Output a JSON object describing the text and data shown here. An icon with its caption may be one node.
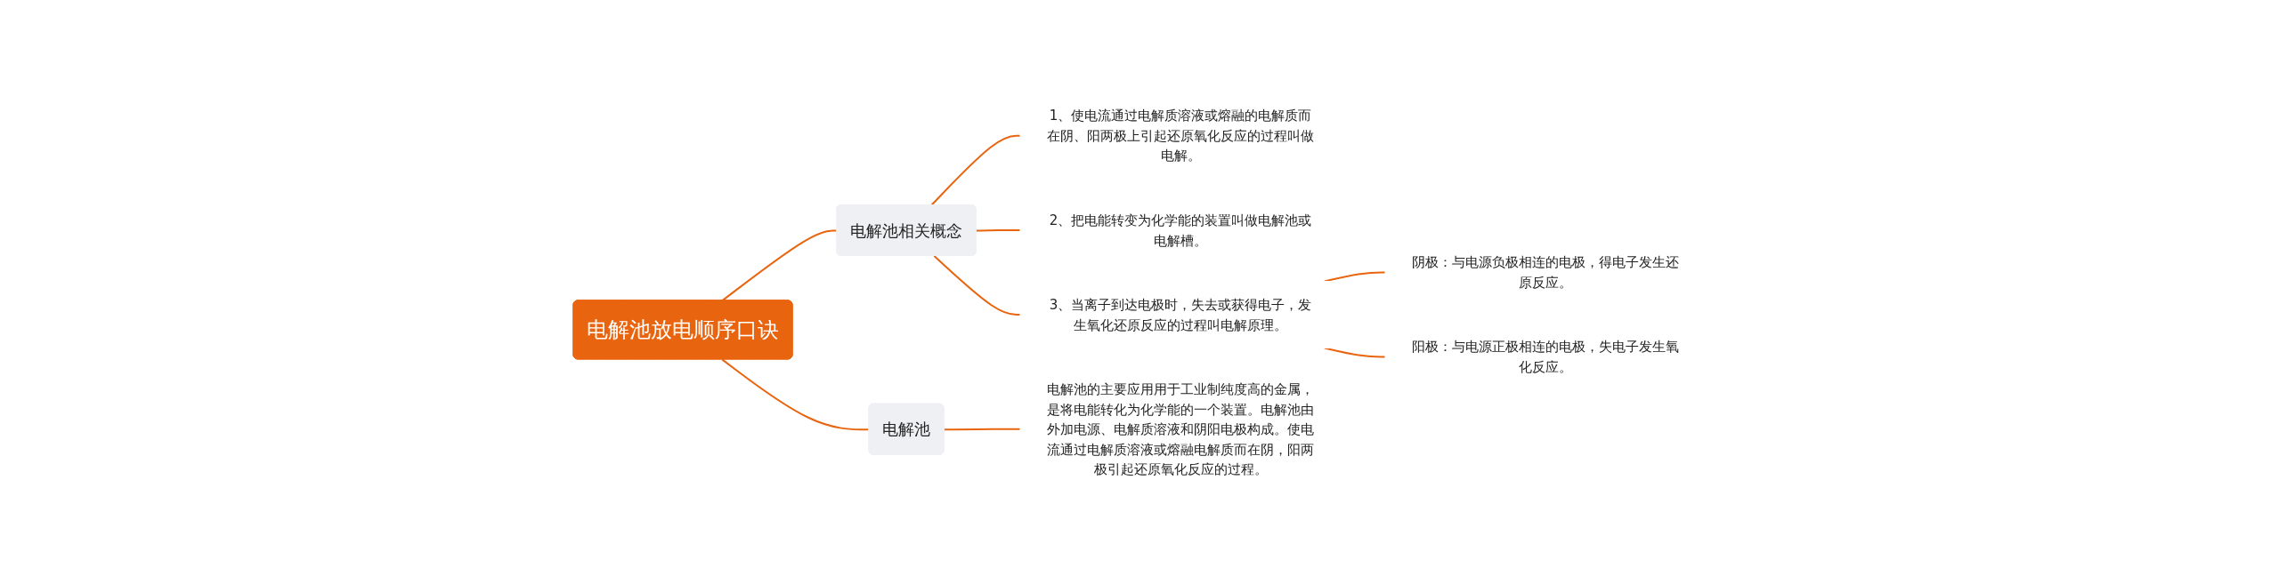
{
  "diagram": {
    "nodes": [
      {
        "text": [
          "电解池放电顺序口诀"
        ]
      },
      {
        "text": [
          "电解池相关概念"
        ]
      },
      {
        "text": [
          "1、使电流通过电解质溶液或熔融的电解质而在阴、阳两极上引起还原氧化反应的过程叫做电解。"
        ]
      },
      {
        "text": [
          "2、把电能转变为化学能的装置叫做电解池或电解槽。"
        ]
      },
      {
        "text": [
          "3、当离子到达电极时，失去或获得电子，发生氧化还原反应的过程叫电解原理。"
        ]
      },
      {
        "text": [
          "阴极：与电源负极相连的电极，得电子发生还原反应。"
        ]
      },
      {
        "text": [
          "阳极：与电源正极相连的电极，失电子发生氧化反应。"
        ]
      },
      {
        "text": [
          "电解池"
        ]
      },
      {
        "text": [
          "电解池的主要应用用于工业制纯度高的金属，是将电能转化为化学能的一个装置。电解池由外加电源、电解质溶液和阴阳电极构成。使电流通过电解质溶液或熔融电解质而在阴，阳两极引起还原氧化反应的过程。"
        ]
      }
    ],
    "edges": [
      {
        "from": 0,
        "to": 1,
        "arrow": "none"
      },
      {
        "from": 1,
        "to": 2,
        "arrow": "none"
      },
      {
        "from": 1,
        "to": 3,
        "arrow": "none"
      },
      {
        "from": 1,
        "to": 4,
        "arrow": "none"
      },
      {
        "from": 4,
        "to": 5,
        "arrow": "none"
      },
      {
        "from": 4,
        "to": 6,
        "arrow": "none"
      },
      {
        "from": 0,
        "to": 7,
        "arrow": "none"
      },
      {
        "from": 7,
        "to": 8,
        "arrow": "none"
      }
    ]
  }
}
